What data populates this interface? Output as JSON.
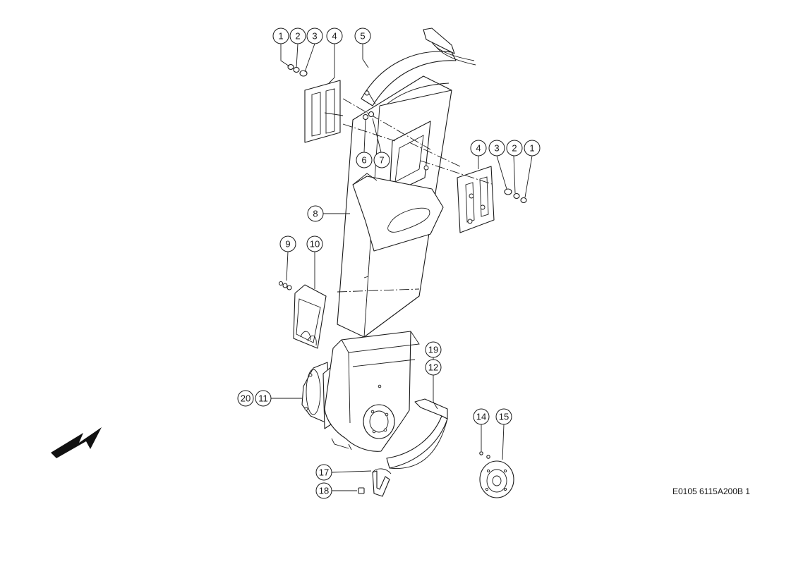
{
  "callouts": [
    {
      "id": "c1a",
      "label": "1"
    },
    {
      "id": "c2a",
      "label": "2"
    },
    {
      "id": "c3a",
      "label": "3"
    },
    {
      "id": "c4a",
      "label": "4"
    },
    {
      "id": "c5",
      "label": "5"
    },
    {
      "id": "c6",
      "label": "6"
    },
    {
      "id": "c7",
      "label": "7"
    },
    {
      "id": "c4b",
      "label": "4"
    },
    {
      "id": "c3b",
      "label": "3"
    },
    {
      "id": "c2b",
      "label": "2"
    },
    {
      "id": "c1b",
      "label": "1"
    },
    {
      "id": "c8",
      "label": "8"
    },
    {
      "id": "c9",
      "label": "9"
    },
    {
      "id": "c10",
      "label": "10"
    },
    {
      "id": "c19",
      "label": "19"
    },
    {
      "id": "c12",
      "label": "12"
    },
    {
      "id": "c20",
      "label": "20"
    },
    {
      "id": "c11",
      "label": "11"
    },
    {
      "id": "c14",
      "label": "14"
    },
    {
      "id": "c15",
      "label": "15"
    },
    {
      "id": "c17",
      "label": "17"
    },
    {
      "id": "c18",
      "label": "18"
    }
  ],
  "reference_code": "E0105 6115A200B 1",
  "icons": {
    "direction_arrow": "arrow-up-right-icon"
  },
  "colors": {
    "line": "#1a1a1a",
    "background": "#ffffff"
  }
}
